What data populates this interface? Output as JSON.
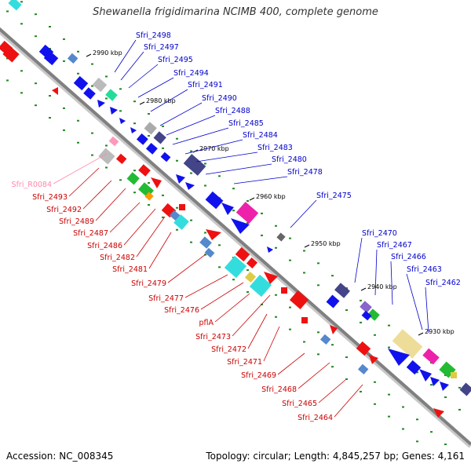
{
  "title": "Shewanella frigidimarina NCIMB 400, complete genome",
  "footer": {
    "accession": "Accession: NC_008345",
    "topology": "Topology: circular; Length: 4,845,257 bp; Genes: 4,161"
  },
  "colors": {
    "backbone": "#888888",
    "forward_label": "#0000cc",
    "reverse_label": "#cc0000",
    "rna_label": "#ff88aa",
    "forward_gene": "#0000ee",
    "reverse_gene": "#ee0000",
    "dots": "#228822"
  },
  "ticks": [
    "2990 kbp",
    "2980 kbp",
    "2970 kbp",
    "2960 kbp",
    "2950 kbp",
    "2940 kbp",
    "2930 kbp"
  ],
  "forward_labels": [
    "Sfri_2498",
    "Sfri_2497",
    "Sfri_2495",
    "Sfri_2494",
    "Sfri_2491",
    "Sfri_2490",
    "Sfri_2488",
    "Sfri_2485",
    "Sfri_2484",
    "Sfri_2483",
    "Sfri_2480",
    "Sfri_2478",
    "Sfri_2475",
    "Sfri_2470",
    "Sfri_2467",
    "Sfri_2466",
    "Sfri_2463",
    "Sfri_2462"
  ],
  "reverse_labels": [
    "Sfri_R0084",
    "Sfri_2493",
    "Sfri_2492",
    "Sfri_2489",
    "Sfri_2487",
    "Sfri_2486",
    "Sfri_2482",
    "Sfri_2481",
    "Sfri_2479",
    "Sfri_2477",
    "Sfri_2476",
    "pflA",
    "Sfri_2473",
    "Sfri_2472",
    "Sfri_2471",
    "Sfri_2469",
    "Sfri_2468",
    "Sfri_2465",
    "Sfri_2464"
  ]
}
